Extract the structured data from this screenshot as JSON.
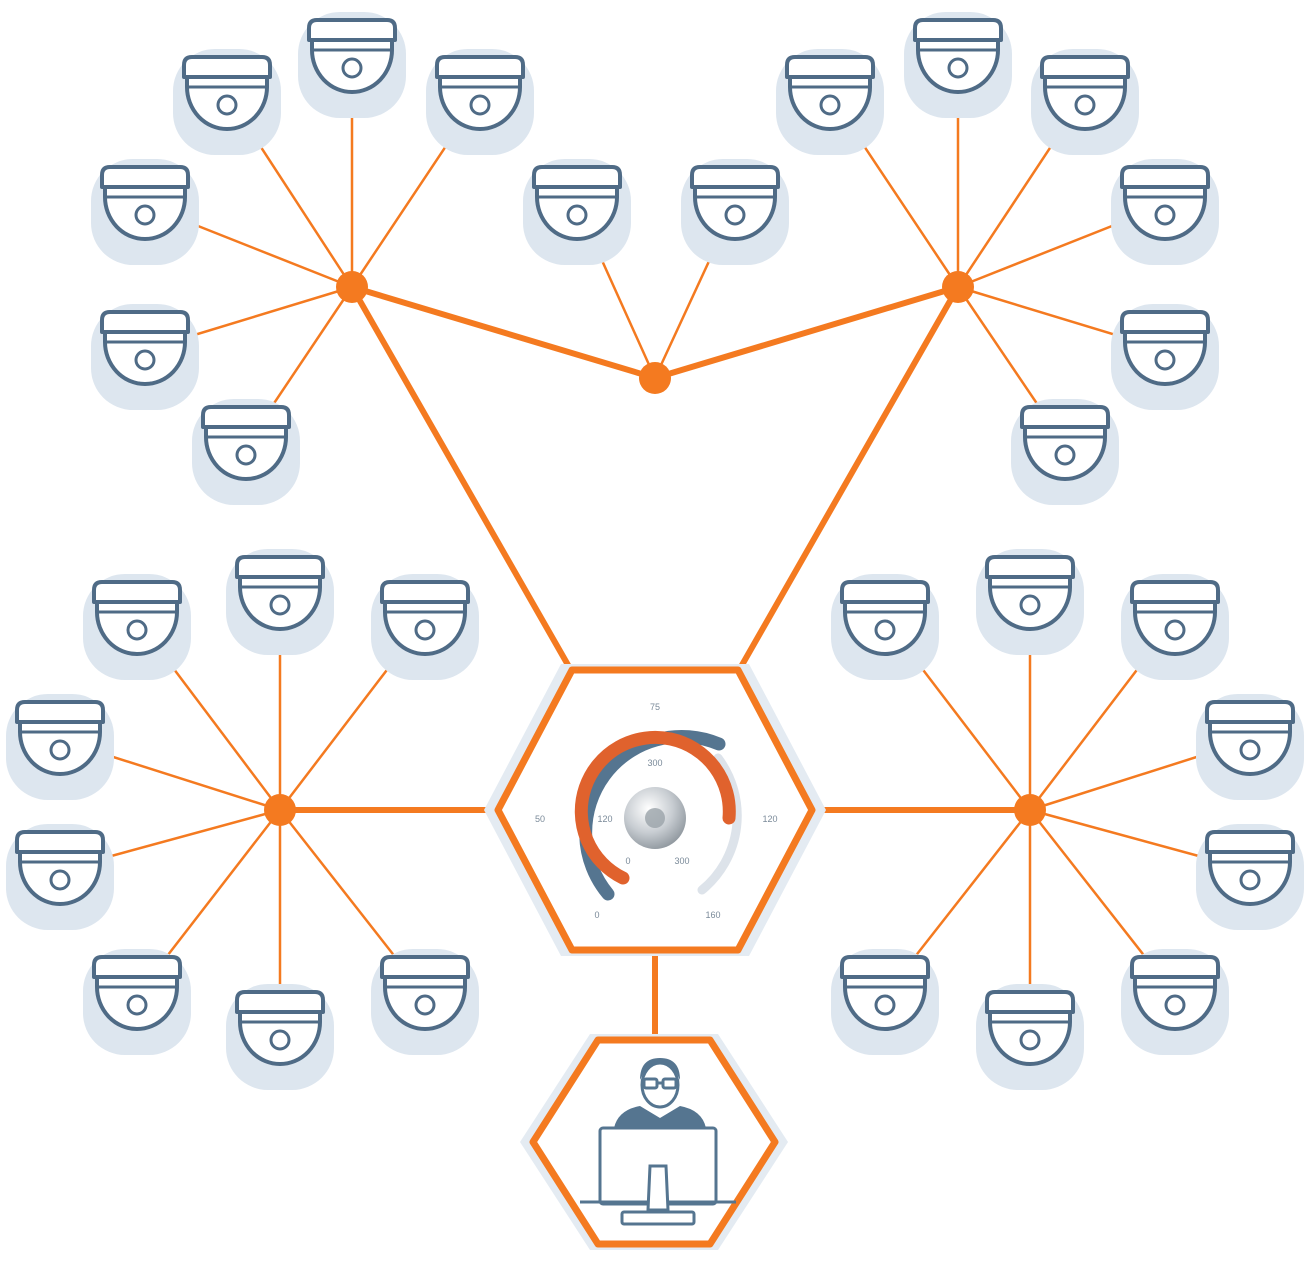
{
  "colors": {
    "link": "#f47a20",
    "camera_outline": "#4f6b86",
    "camera_halo": "#dde6ef",
    "hex_fill": "#ffffff",
    "gauge_outer": "#557590",
    "gauge_inner": "#e0622d",
    "gauge_track": "#dde3ea"
  },
  "camera_icon": "dome-camera-icon",
  "hub_icon": "network-hub-icon",
  "server_icon": "gauge-dial-icon",
  "operator_icon": "operator-workstation-icon",
  "gauge": {
    "outer_labels": [
      "0",
      "50",
      "75",
      "120",
      "160"
    ],
    "inner_labels": [
      "0",
      "120",
      "300",
      "300"
    ]
  }
}
